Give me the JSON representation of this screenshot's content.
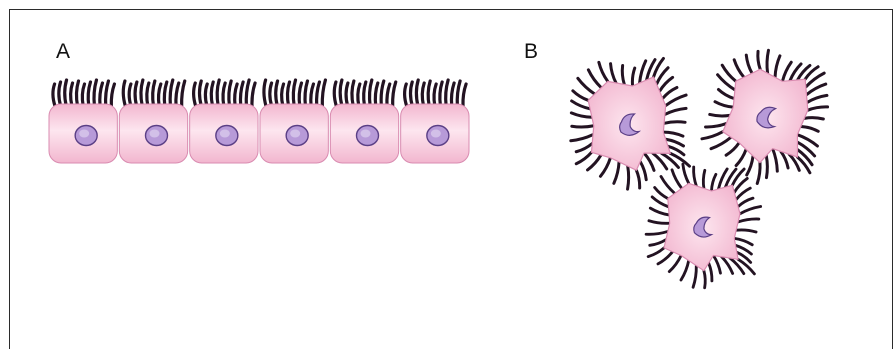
{
  "figure": {
    "panel_a": {
      "label": "A",
      "cell_count": 6
    },
    "panel_b": {
      "label": "B",
      "cell_count": 3
    }
  },
  "colors": {
    "cell_fill_edge": "#f2b6cf",
    "cell_fill_center": "#fde6ef",
    "cell_outline": "#d98bb0",
    "nucleus_fill": "#b79ad8",
    "nucleus_outline": "#5b3f86",
    "cilia": "#231322",
    "frame": "#2b2b2b"
  }
}
